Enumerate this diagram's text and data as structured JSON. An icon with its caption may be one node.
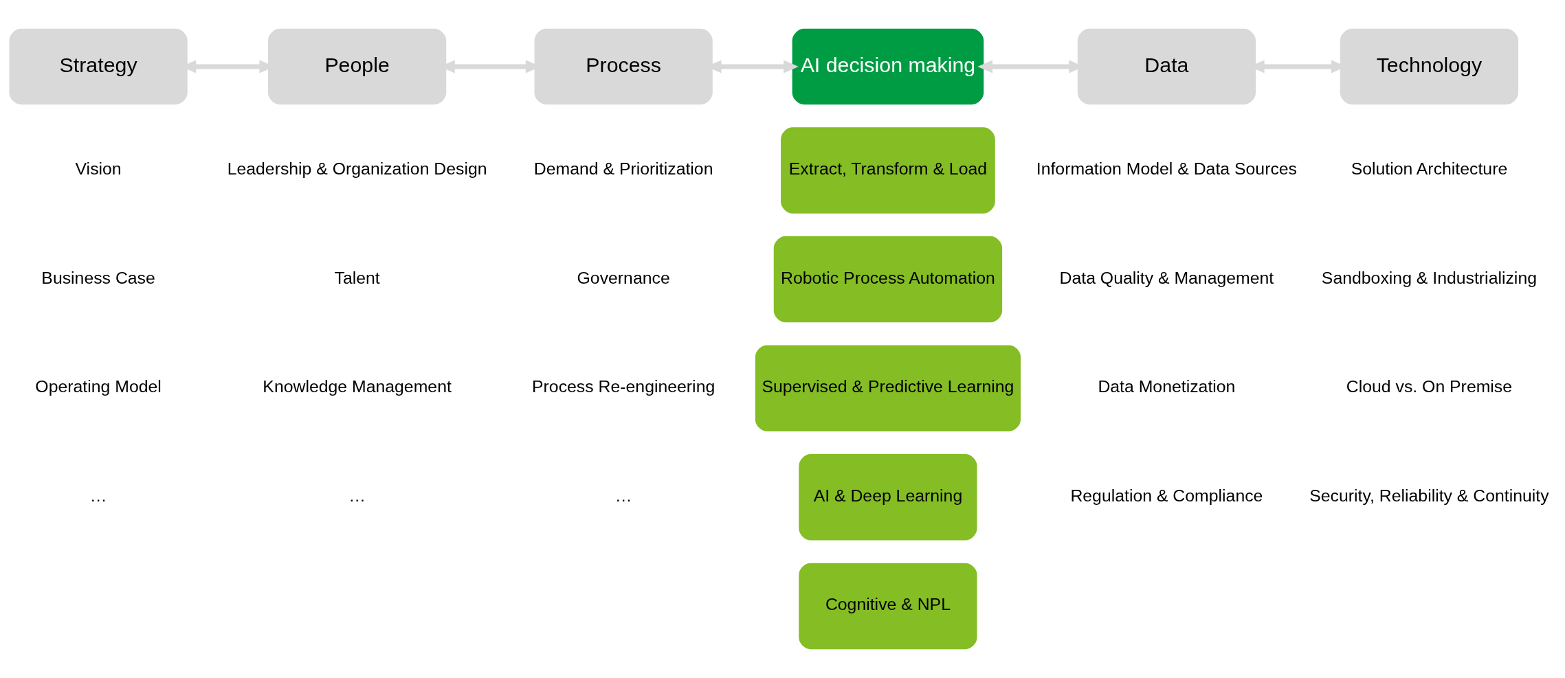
{
  "diagram": {
    "nodes": [
      {
        "text": [
          "Strategy"
        ]
      },
      {
        "text": [
          "People"
        ]
      },
      {
        "text": [
          "Process"
        ]
      },
      {
        "text": [
          "AI decision making"
        ]
      },
      {
        "text": [
          "Data"
        ]
      },
      {
        "text": [
          "Technology"
        ]
      },
      {
        "text": [
          "Extract, Transform & Load"
        ]
      },
      {
        "text": [
          "Robotic Process Automation"
        ]
      },
      {
        "text": [
          "Supervised & Predictive Learning"
        ]
      },
      {
        "text": [
          "AI & Deep Learning"
        ]
      },
      {
        "text": [
          "Cognitive & NPL"
        ]
      }
    ],
    "edges": [
      {
        "from": 0,
        "to": 1,
        "arrow": "both"
      },
      {
        "from": 1,
        "to": 2,
        "arrow": "both"
      },
      {
        "from": 2,
        "to": 3,
        "arrow": "both"
      },
      {
        "from": 3,
        "to": 4,
        "arrow": "both"
      },
      {
        "from": 4,
        "to": 5,
        "arrow": "both"
      }
    ],
    "labels": [
      "Vision",
      "Leadership & Organization Design",
      "Demand & Prioritization",
      "Information Model & Data Sources",
      "Solution Architecture",
      "Business Case",
      "Talent",
      "Governance",
      "Data Quality & Management",
      "Sandboxing & Industrializing",
      "Operating Model",
      "Knowledge Management",
      "Process Re-engineering",
      "Data Monetization",
      "Cloud vs. On Premise",
      "…",
      "…",
      "…",
      "Regulation & Compliance",
      "Security, Reliability & Continuity"
    ]
  }
}
